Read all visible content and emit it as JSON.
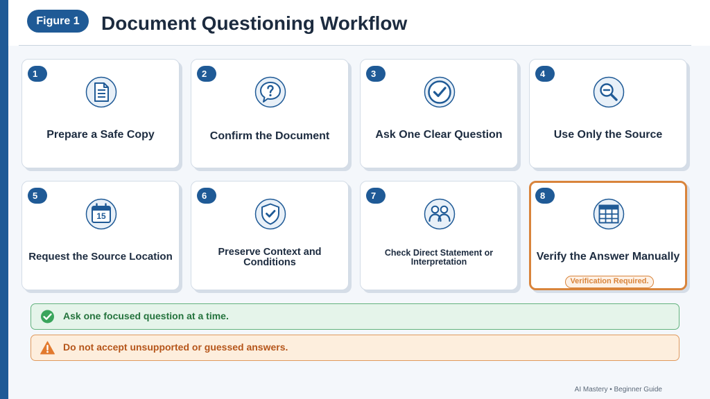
{
  "header": {
    "figure_label": "Figure 1",
    "title": "Document Questioning Workflow"
  },
  "steps": [
    {
      "number": "1",
      "label": "Prepare a Safe Copy",
      "icon": "document-icon"
    },
    {
      "number": "2",
      "label": "Confirm the Document",
      "icon": "question-bubble-icon"
    },
    {
      "number": "3",
      "label": "Ask One Clear Question",
      "icon": "checkmark-circle-icon"
    },
    {
      "number": "4",
      "label": "Use Only the Source",
      "icon": "magnifier-icon"
    },
    {
      "number": "5",
      "label": "Request the Source Location",
      "icon": "calendar-icon",
      "icon_text": "15"
    },
    {
      "number": "6",
      "label": "Preserve Context and Conditions",
      "icon": "shield-check-icon"
    },
    {
      "number": "7",
      "label": "Check Direct Statement or Interpretation",
      "icon": "people-icon"
    },
    {
      "number": "8",
      "label": "Verify the Answer Manually",
      "icon": "grid-icon",
      "badge": "Verification Required.",
      "highlighted": true
    }
  ],
  "notes": {
    "good": "Ask one focused question at a time.",
    "bad": "Do not accept unsupported or guessed answers."
  },
  "footer": "AI Mastery • Beginner Guide",
  "colors": {
    "brand_blue": "#1f5a96",
    "highlight_orange": "#d9843b",
    "success_green": "#3aa55c",
    "warning_orange": "#e27a2e"
  }
}
